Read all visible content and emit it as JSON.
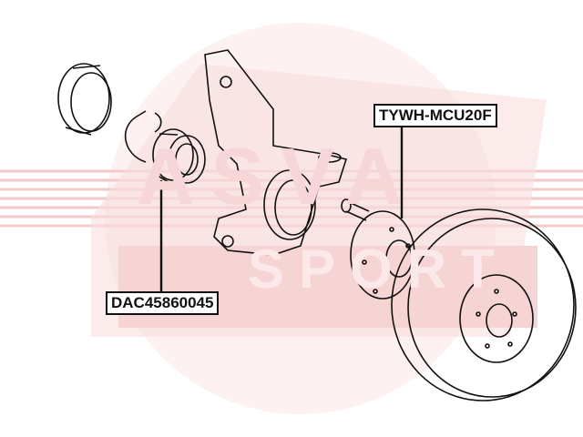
{
  "watermark": {
    "line1": "ASVA",
    "line2": "SPORT"
  },
  "colors": {
    "watermark": "#f3c9c9",
    "line": "#111111"
  },
  "parts": [
    {
      "label": "DAC45860045"
    },
    {
      "label": "TYWH-MCU20F"
    }
  ]
}
